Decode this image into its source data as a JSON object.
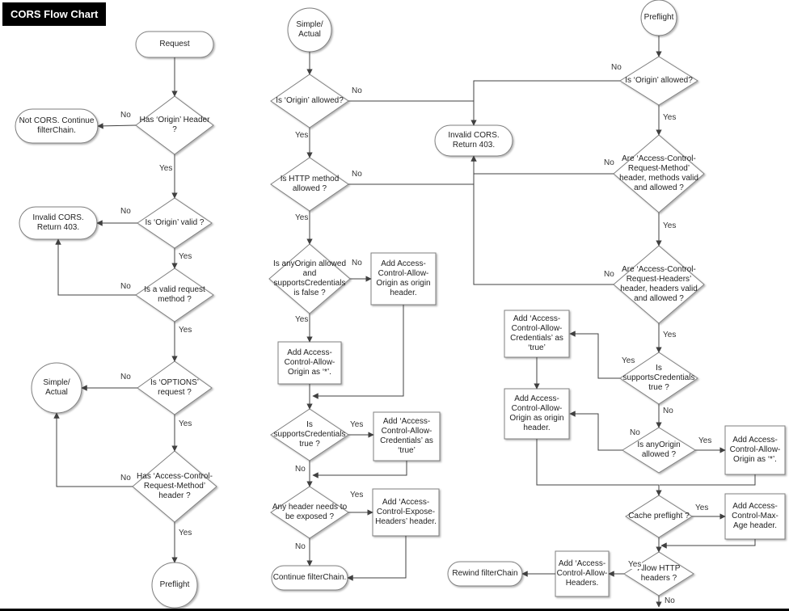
{
  "title": "CORS Flow Chart",
  "labels": {
    "yes": "Yes",
    "no": "No"
  },
  "nodes": {
    "request": "Request",
    "not_cors": "Not CORS. Continue filterChain.",
    "has_origin_header": "Has ‘Origin’ Header ?",
    "invalid_cors": "Invalid CORS. Return 403.",
    "is_origin_valid": "Is ‘Origin’ valid ?",
    "is_valid_request_method": "Is a valid request method ?",
    "simple_actual": "Simple/ Actual",
    "is_options_request": "Is ‘OPTIONS’ request ?",
    "has_acrm_header": "Has ‘Access-Control-Request-Method’ header ?",
    "preflight": "Preflight",
    "is_origin_allowed": "Is ‘Origin’ allowed?",
    "is_http_method_allowed": "Is HTTP method allowed ?",
    "is_anyorigin_supports_false": "Is anyOrigin allowed and supportsCredentials is false ?",
    "add_origin_as_origin": "Add Access-Control-Allow-Origin as origin header.",
    "add_origin_as_star": "Add Access-Control-Allow-Origin as ‘*’.",
    "is_supports_credentials": "Is supportsCredentials true ?",
    "add_credentials_true": "Add ‘Access-Control-Allow-Credentials’ as ‘true’",
    "any_header_exposed": "Any header needs to be exposed ?",
    "add_expose_headers": "Add ‘Access-Control-Expose-Headers’ header.",
    "continue_filterchain": "Continue filterChain.",
    "acrm_valid": "Are ‘Access-Control-Request-Method’ header, methods valid and allowed ?",
    "acrh_valid": "Are ‘Access-Control-Request-Headers’ header, headers valid and allowed ?",
    "is_anyorigin_allowed": "Is anyOrigin allowed ?",
    "cache_preflight": "Cache preflight ?",
    "add_max_age": "Add Access-Control-Max-Age header.",
    "allow_http_headers": "Allow HTTP headers ?",
    "add_allow_headers": "Add ‘Access-Control-Allow-Headers.",
    "rewind_filterchain": "Rewind filterChain"
  }
}
